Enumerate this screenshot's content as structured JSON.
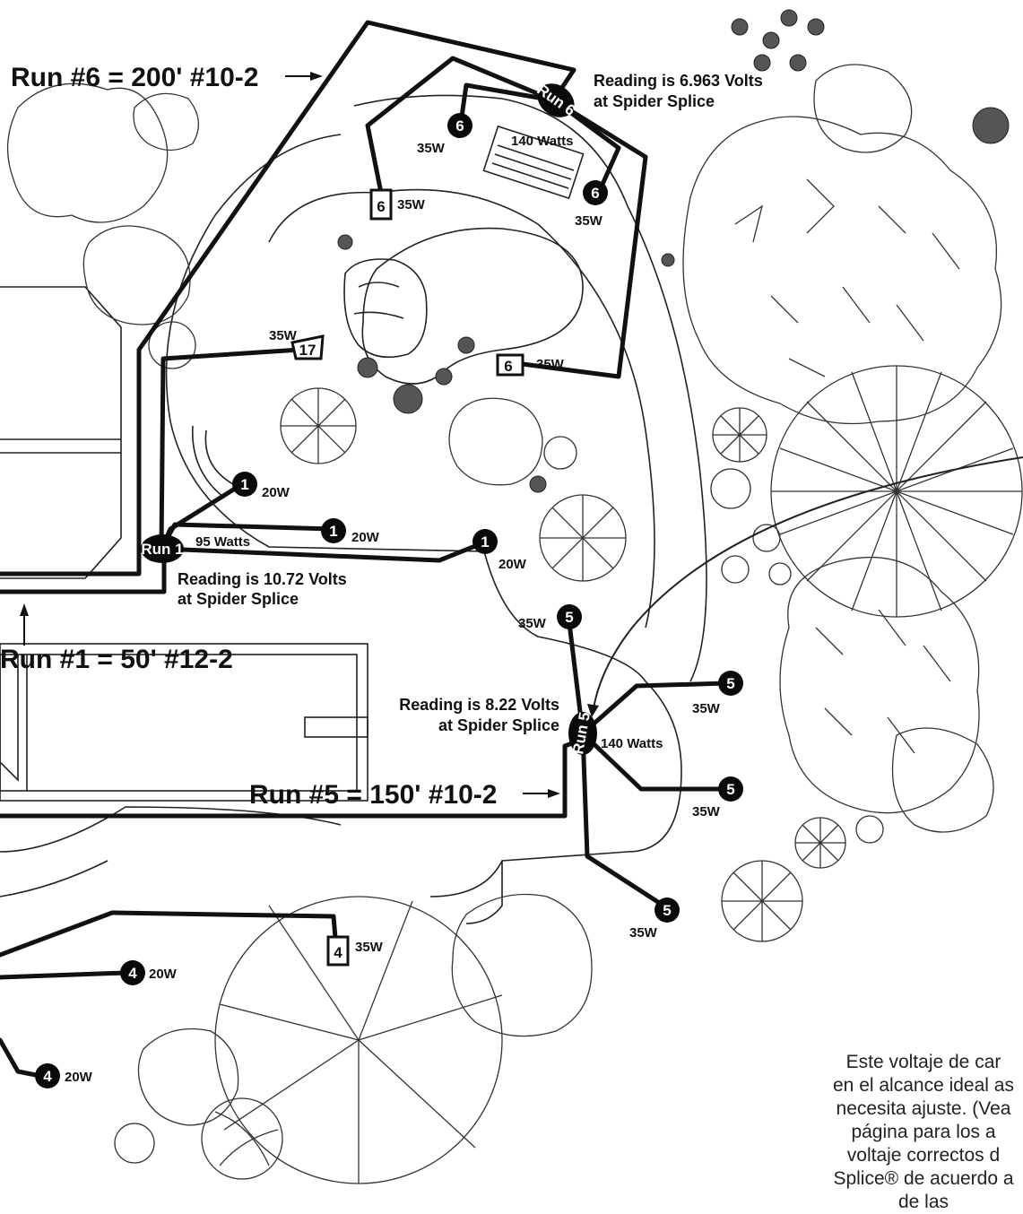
{
  "runs": {
    "run6": {
      "title": "Run #6 = 200' #10-2",
      "reading_line1": "Reading is 6.963 Volts",
      "reading_line2": "at Spider Splice",
      "total": "140 Watts",
      "splice_label": "Run 6"
    },
    "run1": {
      "title": "Run #1 = 50' #12-2",
      "reading_line1": "Reading is 10.72 Volts",
      "reading_line2": "at Spider Splice",
      "total": "95 Watts",
      "splice_label": "Run 1"
    },
    "run5": {
      "title": "Run #5 = 150' #10-2",
      "reading_line1": "Reading is 8.22 Volts",
      "reading_line2": "at Spider Splice",
      "total": "140 Watts",
      "splice_label": "Run 5"
    }
  },
  "fixtures": [
    {
      "num": "6",
      "watts": "35W"
    },
    {
      "num": "6",
      "watts": "35W"
    },
    {
      "num": "6",
      "watts": "35W"
    },
    {
      "num": "6",
      "watts": "35W"
    },
    {
      "num": "1",
      "watts": "20W"
    },
    {
      "num": "1",
      "watts": "20W"
    },
    {
      "num": "1",
      "watts": "20W"
    },
    {
      "num": "17",
      "watts": "35W"
    },
    {
      "num": "5",
      "watts": "35W"
    },
    {
      "num": "5",
      "watts": "35W"
    },
    {
      "num": "5",
      "watts": "35W"
    },
    {
      "num": "5",
      "watts": "35W"
    },
    {
      "num": "4",
      "watts": "35W"
    },
    {
      "num": "4",
      "watts": "20W"
    },
    {
      "num": "4",
      "watts": "20W"
    }
  ],
  "note": "Este voltaje de car\nen el alcance ideal as\nnecesita ajuste. (Vea\npágina para los a\nvoltaje correctos d\nSplice® de acuerdo a\nde las"
}
